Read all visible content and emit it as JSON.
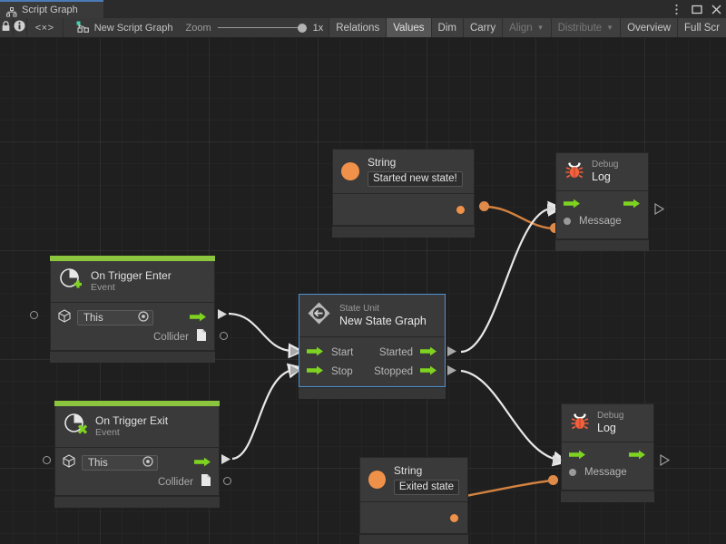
{
  "window": {
    "tab_title": "Script Graph",
    "tab_icon": "script-graph-icon",
    "buttons": [
      {
        "name": "more-options-button",
        "glyph": "⋮"
      },
      {
        "name": "maximize-button",
        "glyph": "□"
      },
      {
        "name": "close-button",
        "glyph": "✕"
      }
    ]
  },
  "toolbar": {
    "lock_icon": "lock-icon",
    "info_icon": "info-icon",
    "code_label": "<×>",
    "graph_name": "New Script Graph",
    "graph_icon": "graph-node-icon",
    "zoom_label": "Zoom",
    "zoom_value": "1x",
    "buttons": [
      {
        "label": "Relations",
        "state": "normal",
        "caret": false
      },
      {
        "label": "Values",
        "state": "active",
        "caret": false
      },
      {
        "label": "Dim",
        "state": "normal",
        "caret": false
      },
      {
        "label": "Carry",
        "state": "normal",
        "caret": false
      },
      {
        "label": "Align",
        "state": "dim",
        "caret": true
      },
      {
        "label": "Distribute",
        "state": "dim",
        "caret": true
      },
      {
        "label": "Overview",
        "state": "normal",
        "caret": false
      },
      {
        "label": "Full Scr",
        "state": "normal",
        "caret": false
      }
    ]
  },
  "graph": {
    "nodes": {
      "string_top": {
        "title": "String",
        "value": "Started new state!",
        "icon": "string-orange-dot-icon"
      },
      "debug_log_top": {
        "subtitle": "Debug",
        "title": "Log",
        "icon": "bug-icon",
        "message_label": "Message"
      },
      "on_trigger_enter": {
        "title": "On Trigger Enter",
        "subtitle": "Event",
        "icon": "event-plus-icon",
        "target_value": "This",
        "target_icon": "gameobject-cube-icon",
        "collider_label": "Collider",
        "collider_icon": "collider-doc-icon"
      },
      "state_unit": {
        "subtitle": "State Unit",
        "title": "New State Graph",
        "icon": "state-unit-icon",
        "selected": true,
        "ports": {
          "start": "Start",
          "stop": "Stop",
          "started": "Started",
          "stopped": "Stopped"
        }
      },
      "on_trigger_exit": {
        "title": "On Trigger Exit",
        "subtitle": "Event",
        "icon": "event-cross-icon",
        "target_value": "This",
        "target_icon": "gameobject-cube-icon",
        "collider_label": "Collider",
        "collider_icon": "collider-doc-icon"
      },
      "string_bottom": {
        "title": "String",
        "value": "Exited state",
        "icon": "string-orange-dot-icon"
      },
      "debug_log_bottom": {
        "subtitle": "Debug",
        "title": "Log",
        "icon": "bug-icon",
        "message_label": "Message"
      }
    },
    "colors": {
      "flow_edge": "#e8e8e8",
      "value_edge": "#d4823f",
      "event_accent": "#8cc63e",
      "selection": "#4f93d4",
      "canvas_bg": "#1f1f1f",
      "node_bg": "#3a3a3a",
      "string_dot": "#f0914a"
    }
  }
}
